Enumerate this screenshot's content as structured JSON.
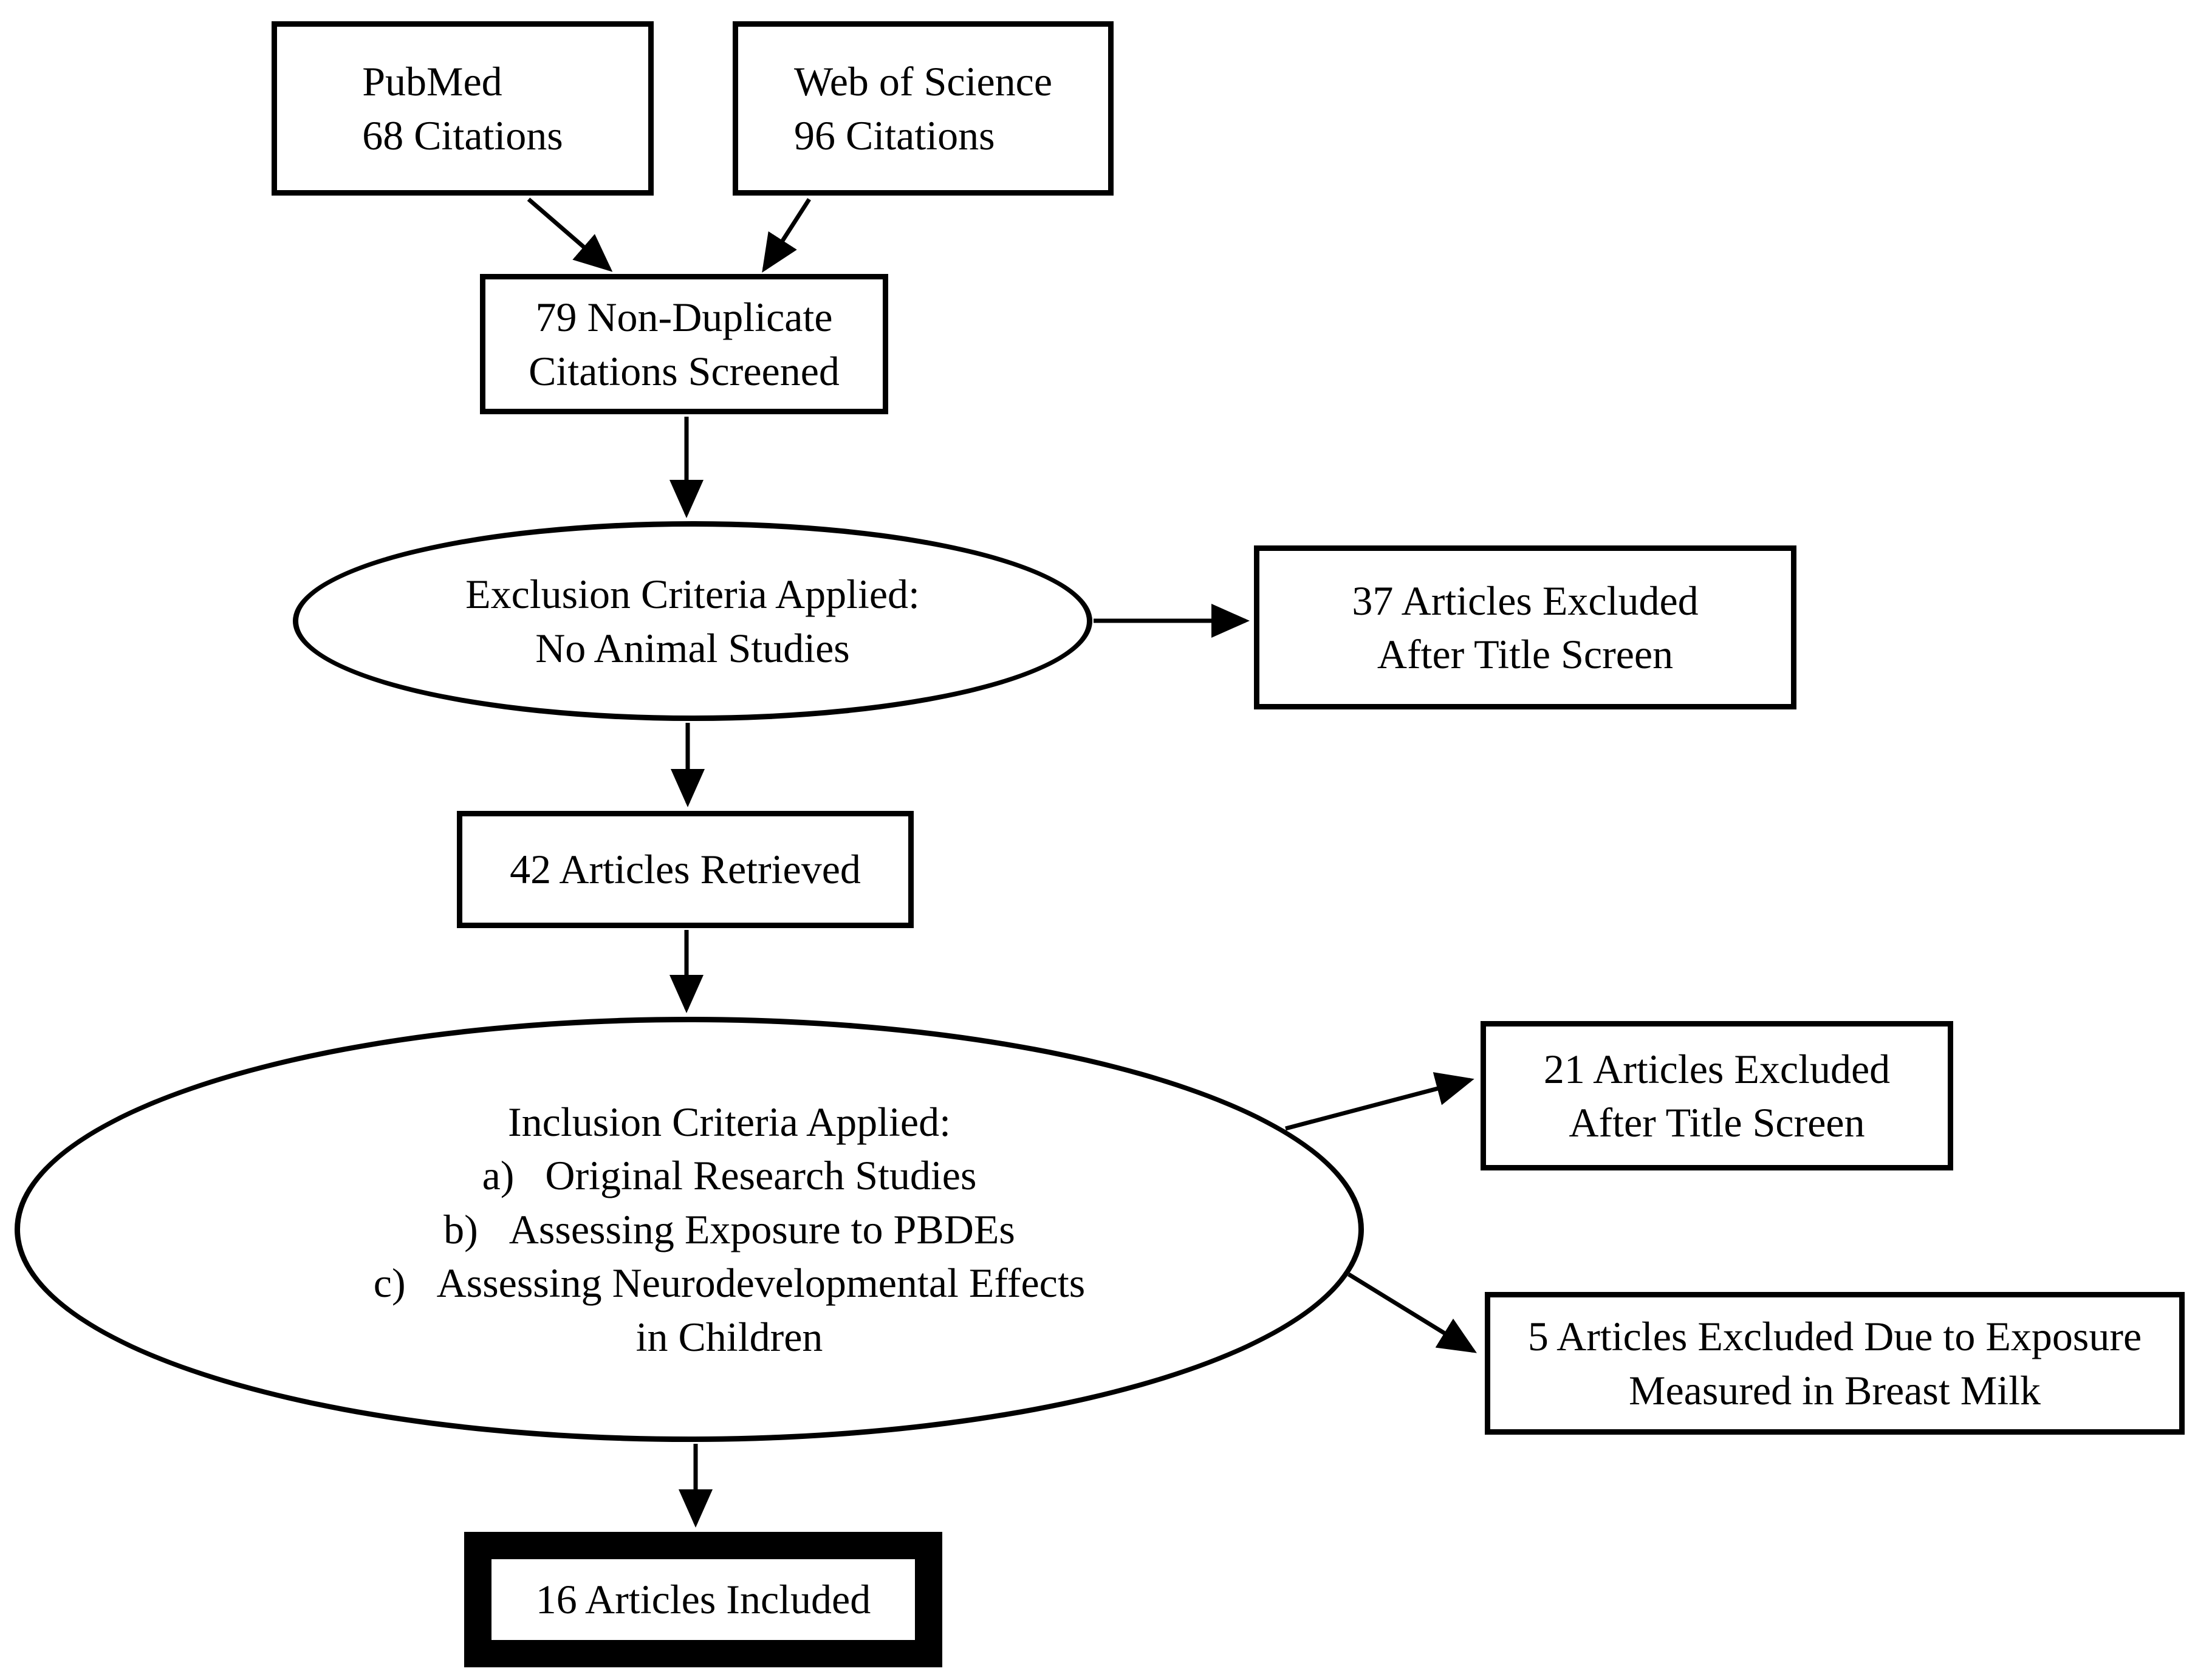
{
  "diagram": {
    "title": "Article selection flow diagram",
    "colors": {
      "background": "#ffffff",
      "stroke": "#000000",
      "text": "#000000"
    },
    "nodes": {
      "pubmed": {
        "text": "PubMed\n68 Citations"
      },
      "web_of_science": {
        "text": "Web of Science\n96 Citations"
      },
      "screened": {
        "text": "79 Non-Duplicate\nCitations Screened"
      },
      "exclusion_criteria": {
        "text": "Exclusion Criteria Applied:\nNo Animal Studies"
      },
      "excluded_37": {
        "text": "37 Articles Excluded\nAfter Title Screen"
      },
      "retrieved_42": {
        "text": "42 Articles Retrieved"
      },
      "inclusion_criteria": {
        "text": "Inclusion Criteria Applied:\na)   Original Research Studies\nb)   Assessing Exposure to PBDEs\nc)   Assessing Neurodevelopmental Effects\nin Children"
      },
      "excluded_21": {
        "text": "21 Articles Excluded\nAfter Title Screen"
      },
      "excluded_5": {
        "text": "5 Articles Excluded Due to Exposure\nMeasured in Breast Milk"
      },
      "included_16": {
        "text": "16 Articles Included"
      }
    }
  }
}
